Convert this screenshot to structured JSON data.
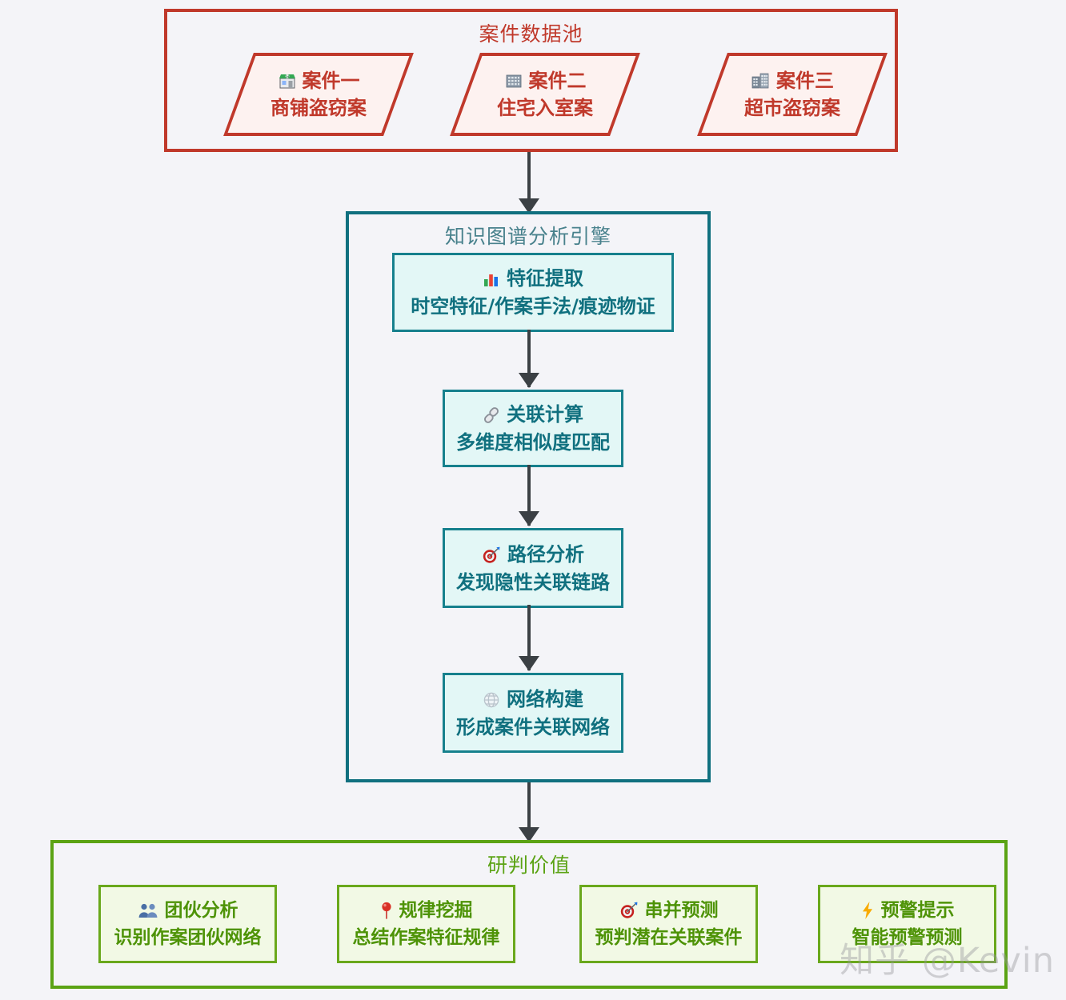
{
  "diagram": {
    "title_hidden": "案件关联分析流程图",
    "groups": {
      "case_pool": {
        "title": "案件数据池",
        "color": "#c0392b",
        "nodes": [
          {
            "icon": "convenience-store-icon",
            "line1": "案件一",
            "line2": "商铺盗窃案"
          },
          {
            "icon": "office-building-icon",
            "line1": "案件二",
            "line2": "住宅入室案"
          },
          {
            "icon": "department-store-icon",
            "line1": "案件三",
            "line2": "超市盗窃案"
          }
        ]
      },
      "engine": {
        "title": "知识图谱分析引擎",
        "color": "#10707f",
        "steps": [
          {
            "icon": "bar-chart-icon",
            "line1": "特征提取",
            "line2": "时空特征/作案手法/痕迹物证"
          },
          {
            "icon": "link-icon",
            "line1": "关联计算",
            "line2": "多维度相似度匹配"
          },
          {
            "icon": "target-icon",
            "line1": "路径分析",
            "line2": "发现隐性关联链路"
          },
          {
            "icon": "globe-icon",
            "line1": "网络构建",
            "line2": "形成案件关联网络"
          }
        ]
      },
      "value": {
        "title": "研判价值",
        "color": "#5ba314",
        "items": [
          {
            "icon": "people-icon",
            "line1": "团伙分析",
            "line2": "识别作案团伙网络"
          },
          {
            "icon": "pushpin-icon",
            "line1": "规律挖掘",
            "line2": "总结作案特征规律"
          },
          {
            "icon": "target-icon",
            "line1": "串并预测",
            "line2": "预判潜在关联案件"
          },
          {
            "icon": "lightning-icon",
            "line1": "预警提示",
            "line2": "智能预警预测"
          }
        ]
      }
    },
    "arrows": [
      {
        "from": "case_pool",
        "to": "engine"
      },
      {
        "from": "step_feature",
        "to": "step_relate"
      },
      {
        "from": "step_relate",
        "to": "step_path"
      },
      {
        "from": "step_path",
        "to": "step_network"
      },
      {
        "from": "engine",
        "to": "value"
      }
    ],
    "watermark": "知乎 @Kevin"
  }
}
